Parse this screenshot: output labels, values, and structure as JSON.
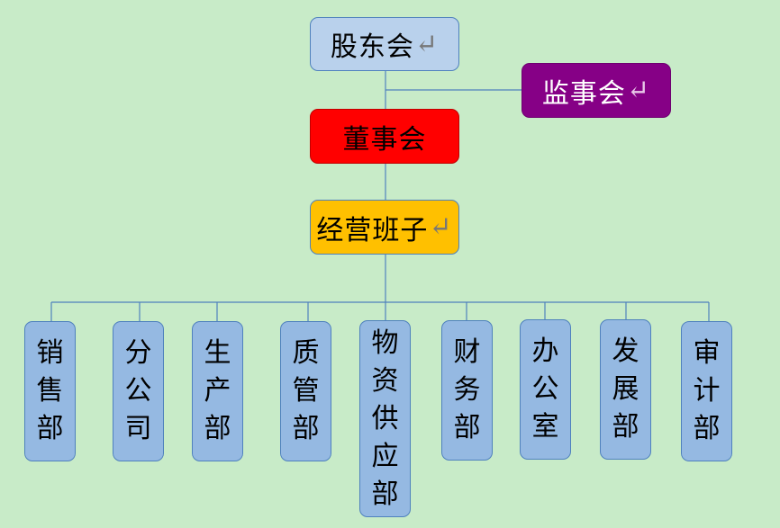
{
  "colors": {
    "background": "#c8ebc8",
    "connector": "#4f81bd",
    "shareholders": "#b9d1ec",
    "supervisors": "#860086",
    "board": "#ff0000",
    "management": "#ffc000",
    "department": "#95b9e2"
  },
  "nodes": {
    "shareholders": "股东会",
    "supervisors": "监事会",
    "board": "董事会",
    "management": "经营班子"
  },
  "departments": [
    "销售部",
    "分公司",
    "生产部",
    "质管部",
    "物资供应部",
    "财务部",
    "办公室",
    "发展部",
    "审计部"
  ],
  "paragraph_mark": "↵"
}
